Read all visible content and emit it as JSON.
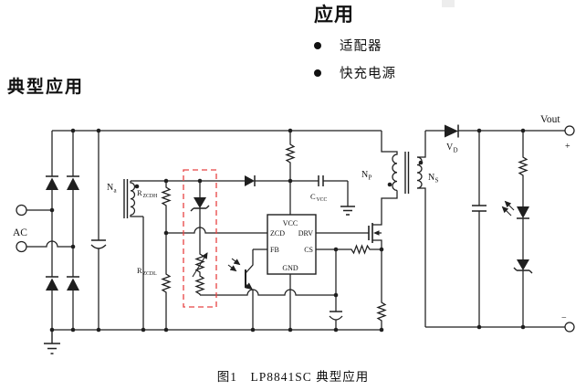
{
  "applications": {
    "title": "应用",
    "items": [
      {
        "label": "适配器"
      },
      {
        "label": "快充电源"
      }
    ]
  },
  "section": {
    "title": "典型应用"
  },
  "figure": {
    "caption": "图1　LP8841SC 典型应用"
  },
  "sch": {
    "ac": "AC",
    "vout": "Vout",
    "plus": "+",
    "minus": "−",
    "na_main": "N",
    "na_sub": "a",
    "np_main": "N",
    "np_sub": "P",
    "ns_main": "N",
    "ns_sub": "S",
    "vd_main": "V",
    "vd_sub": "D",
    "rzcdh_main": "R",
    "rzcdh_sub": "ZCDH",
    "rzcdl_main": "R",
    "rzcdl_sub": "ZCDL",
    "cvcc_main": "C",
    "cvcc_sub": "VCC",
    "pins": {
      "vcc": "VCC",
      "zcd": "ZCD",
      "drv": "DRV",
      "fb": "FB",
      "cs": "CS",
      "gnd": "GND"
    },
    "colors": {
      "wire": "#1f1f1f",
      "highlight": "#e84343"
    }
  }
}
